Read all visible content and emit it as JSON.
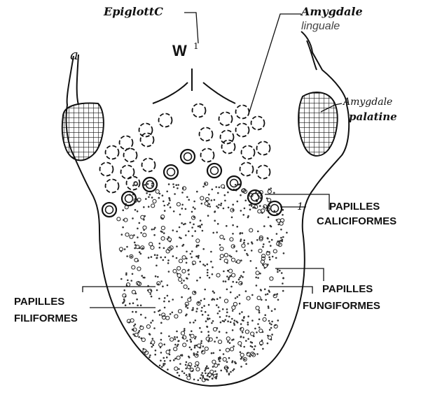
{
  "labels": {
    "epiglotte": "EpiglottC",
    "w_mark": "W",
    "w_sup": "1",
    "amygdale_linguale_1": "Amygdale",
    "amygdale_linguale_2": "linguale",
    "letter_a": "a",
    "amygdale_palatine_1": "Amygdale",
    "amygdale_palatine_2": "palatine",
    "papilles_calic_1": "PAPILLES",
    "papilles_calic_2": "CALICIFORMES",
    "papilles_fung_1": "PAPILLES",
    "papilles_fung_2": "FUNGIFORMES",
    "papilles_fili_1": "PAPILLES",
    "papilles_fili_2": "FILIFORMES",
    "tick_1": "1"
  },
  "colors": {
    "ink": "#111111",
    "background": "#ffffff"
  }
}
